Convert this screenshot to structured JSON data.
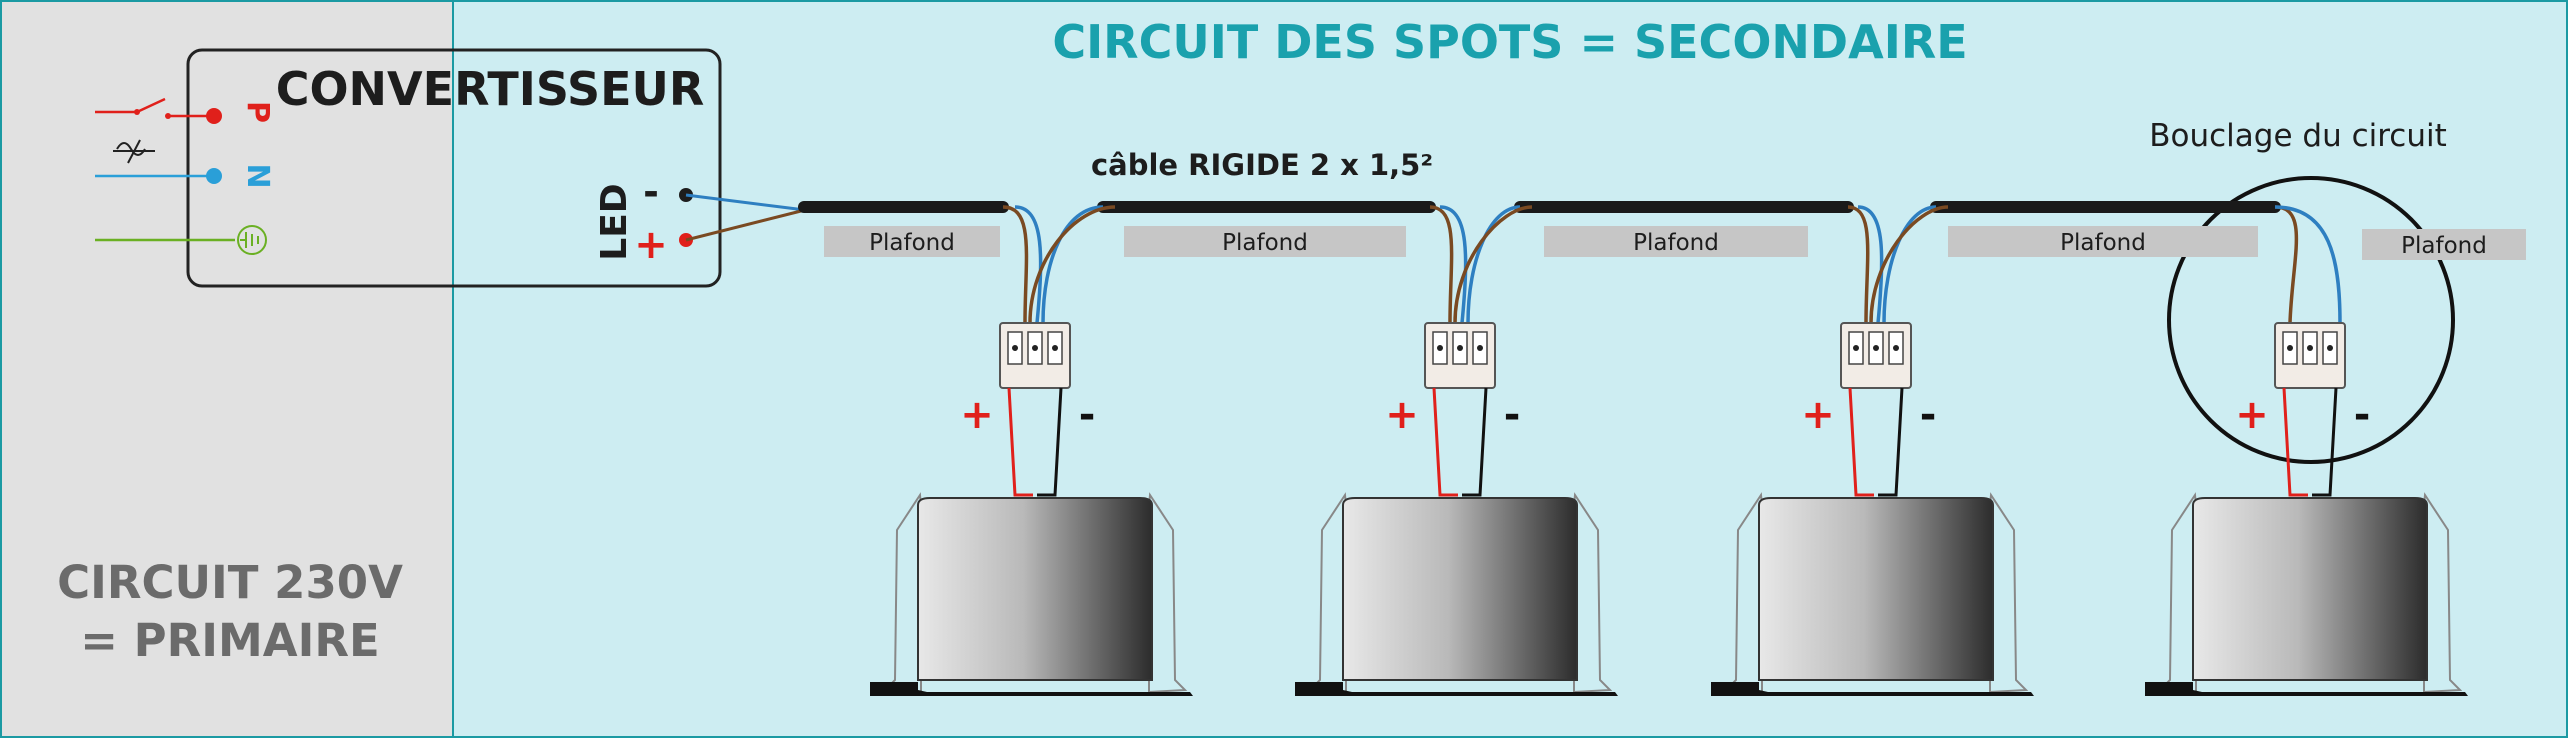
{
  "title": "CIRCUIT DES SPOTS = SECONDAIRE",
  "primary": {
    "line1": "CIRCUIT 230V",
    "line2": "= PRIMAIRE"
  },
  "converter": {
    "title": "CONVERTISSEUR",
    "phase_label": "P",
    "neutral_label": "N",
    "output_label": "LED",
    "minus": "-",
    "plus": "+"
  },
  "cable_label": "câble RIGIDE 2 x 1,5²",
  "loop_label": "Bouclage du circuit",
  "ceiling_labels": [
    "Plafond",
    "Plafond",
    "Plafond",
    "Plafond",
    "Plafond"
  ],
  "polarity": {
    "plus": "+",
    "minus": "-"
  },
  "colors": {
    "primary_bg": "#e1e1e1",
    "secondary_bg": "#cdedf2",
    "border": "#1b9aa3",
    "title": "#1aa1ad",
    "phase": "#e0201b",
    "neutral": "#2a9fd8",
    "earth": "#6ab023",
    "brown": "#7a4a22",
    "blue": "#2e7fc1",
    "red_wire": "#e0201b"
  }
}
